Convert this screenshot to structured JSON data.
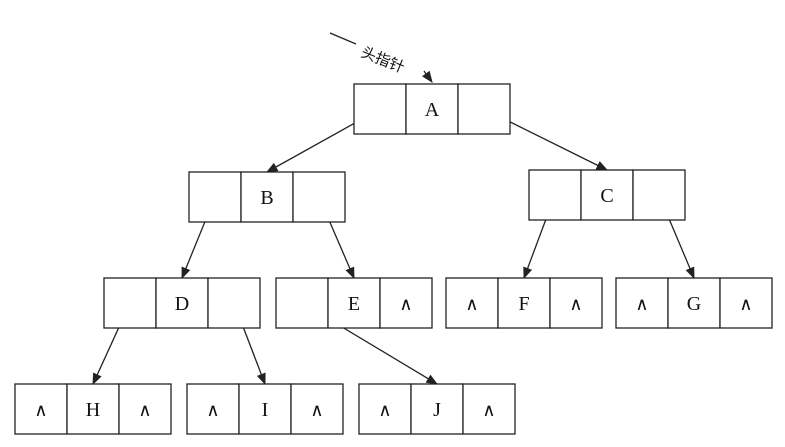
{
  "head_pointer_label": "头指针",
  "null_symbol": "∧",
  "nodes": [
    {
      "id": "A",
      "label": "A",
      "left": "",
      "right": ""
    },
    {
      "id": "B",
      "label": "B",
      "left": "",
      "right": ""
    },
    {
      "id": "C",
      "label": "C",
      "left": "",
      "right": ""
    },
    {
      "id": "D",
      "label": "D",
      "left": "",
      "right": ""
    },
    {
      "id": "E",
      "label": "E",
      "left": "",
      "right": "∧"
    },
    {
      "id": "F",
      "label": "F",
      "left": "∧",
      "right": "∧"
    },
    {
      "id": "G",
      "label": "G",
      "left": "∧",
      "right": "∧"
    },
    {
      "id": "H",
      "label": "H",
      "left": "∧",
      "right": "∧"
    },
    {
      "id": "I",
      "label": "I",
      "left": "∧",
      "right": "∧"
    },
    {
      "id": "J",
      "label": "J",
      "left": "∧",
      "right": "∧"
    }
  ],
  "links": [
    {
      "from": "A",
      "side": "left",
      "to": "B"
    },
    {
      "from": "A",
      "side": "right",
      "to": "C"
    },
    {
      "from": "B",
      "side": "left",
      "to": "D"
    },
    {
      "from": "B",
      "side": "right",
      "to": "E"
    },
    {
      "from": "C",
      "side": "left",
      "to": "F"
    },
    {
      "from": "C",
      "side": "right",
      "to": "G"
    },
    {
      "from": "D",
      "side": "left",
      "to": "H"
    },
    {
      "from": "D",
      "side": "right",
      "to": "I"
    },
    {
      "from": "E",
      "side": "left",
      "to": "J"
    }
  ]
}
